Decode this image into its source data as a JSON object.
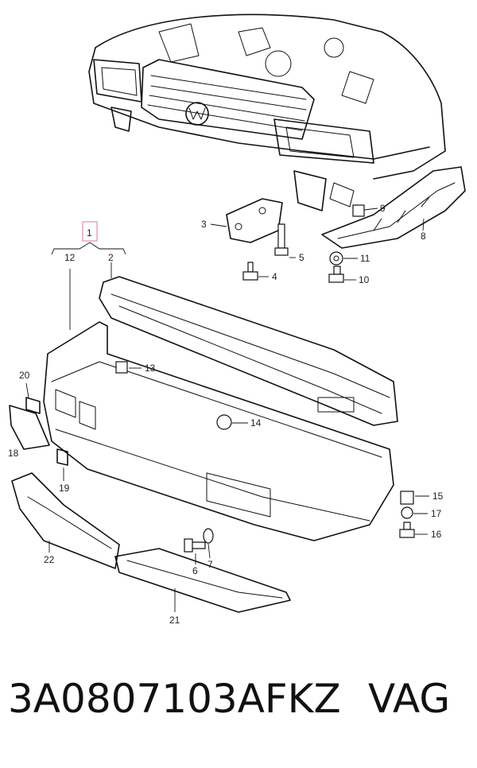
{
  "labels": {
    "c1": "1",
    "c2": "2",
    "c3": "3",
    "c4": "4",
    "c5": "5",
    "c6": "6",
    "c7": "7",
    "c8": "8",
    "c9": "9",
    "c10": "10",
    "c11": "11",
    "c12": "12",
    "c13": "13",
    "c14": "14",
    "c15": "15",
    "c16": "16",
    "c17": "17",
    "c18": "18",
    "c19": "19",
    "c20": "20",
    "c21": "21",
    "c22": "22"
  },
  "footer": {
    "part_number": "3A0807103AFKZ",
    "brand": "VAG"
  },
  "colors": {
    "callout_box": "#e8a0b0",
    "ink": "#111111"
  }
}
